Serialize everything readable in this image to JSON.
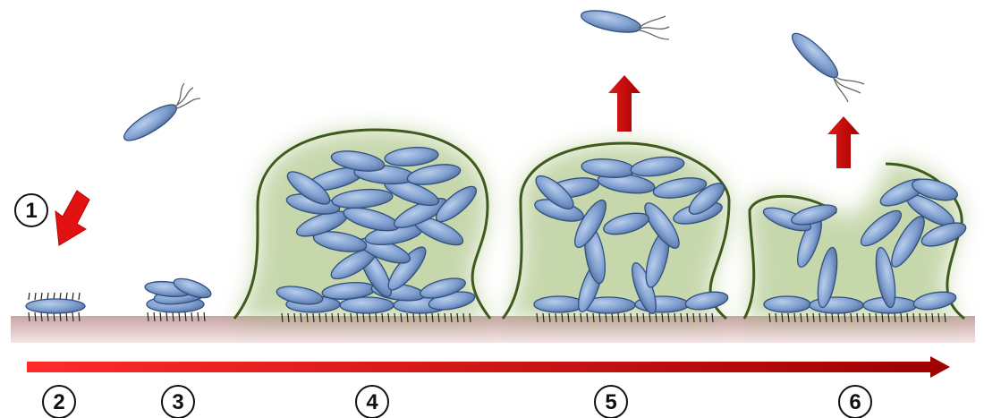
{
  "stages": [
    {
      "label": "1"
    },
    {
      "label": "2"
    },
    {
      "label": "3"
    },
    {
      "label": "4"
    },
    {
      "label": "5"
    },
    {
      "label": "6"
    }
  ],
  "colors": {
    "bacteria_fill": "#7f9fd0",
    "bacteria_stroke": "#2f4f7f",
    "matrix_outline": "#3e5b1c",
    "matrix_glow": "#9ab86a",
    "surface": "#dcbcbc",
    "arrow_red": "#cc0000"
  },
  "icons": [
    "bacterium-icon",
    "red-arrow-icon",
    "timeline-arrow-icon"
  ]
}
